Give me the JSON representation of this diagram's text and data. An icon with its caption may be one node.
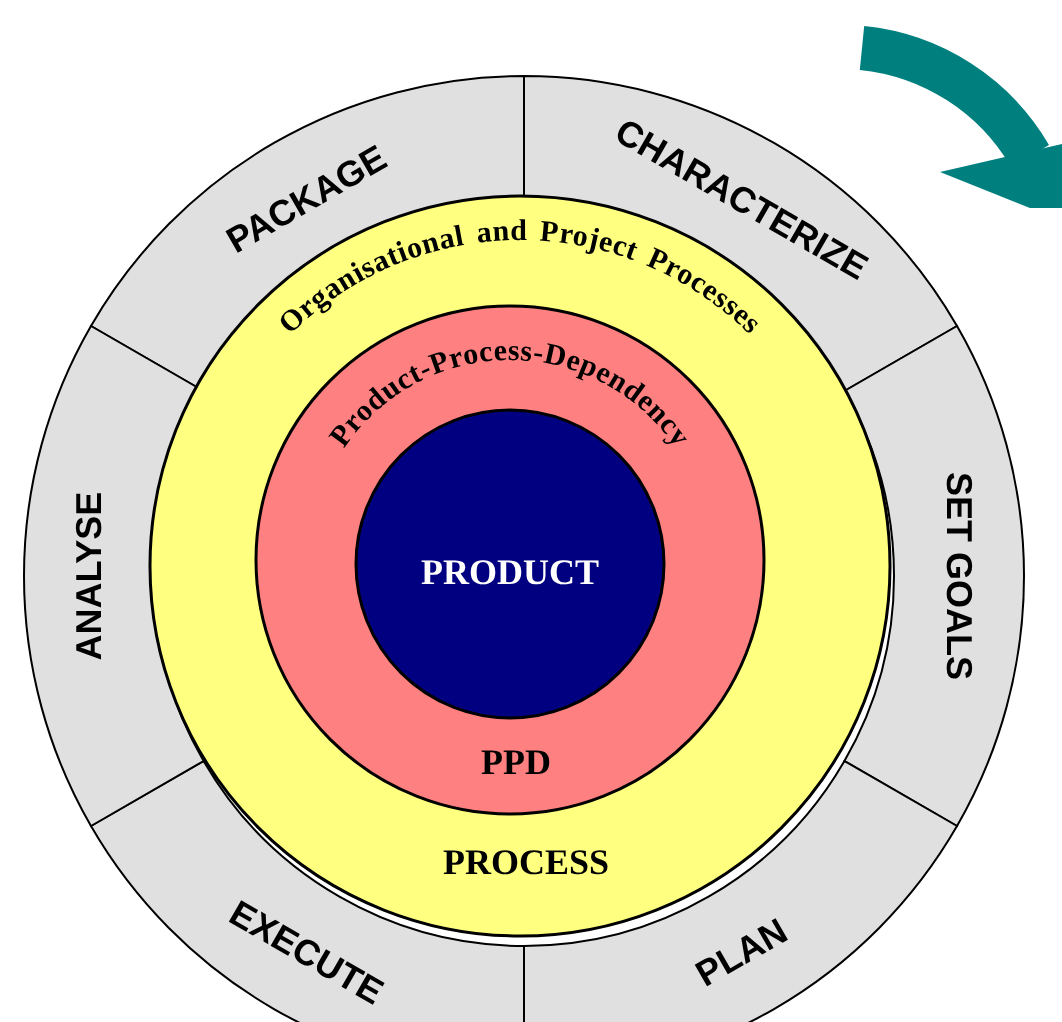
{
  "diagram": {
    "nodes": [
      {
        "text": [
          "PACKAGE"
        ]
      },
      {
        "text": [
          "CHARACTERIZE"
        ]
      },
      {
        "text": [
          "SET GOALS"
        ]
      },
      {
        "text": [
          "PLAN"
        ]
      },
      {
        "text": [
          "EXECUTE"
        ]
      },
      {
        "text": [
          "ANALYSE"
        ]
      },
      {
        "text": [
          "Organisational and Project Processes",
          "PROCESS"
        ]
      },
      {
        "text": [
          "Product-Process-Dependency",
          "PPD"
        ],
        "in": 6
      },
      {
        "text": [
          "PRODUCT"
        ],
        "in": 7
      }
    ]
  }
}
